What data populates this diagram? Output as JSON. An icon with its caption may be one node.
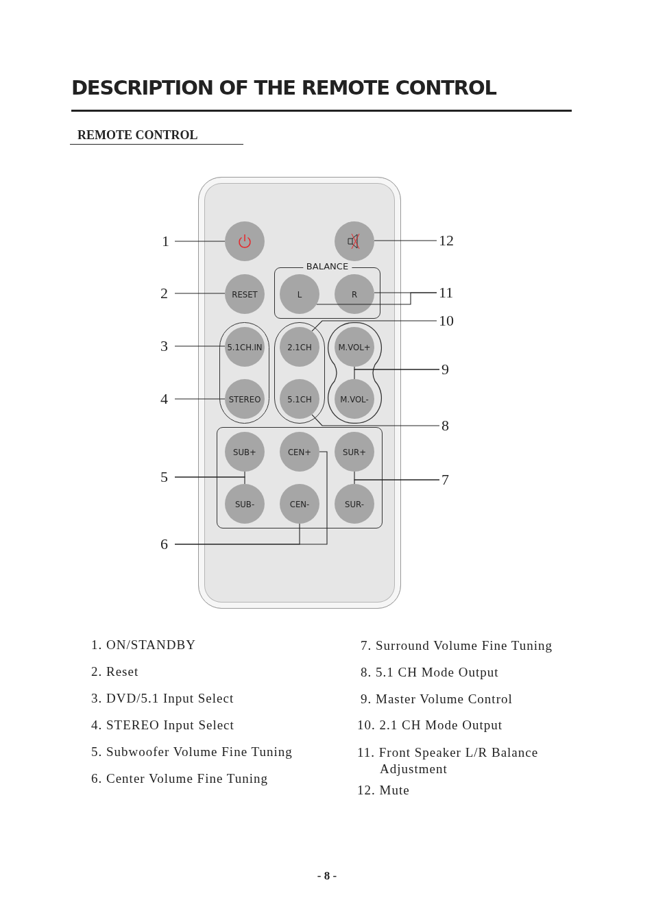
{
  "diagram": {
    "title": "DESCRIPTION OF THE REMOTE CONTROL",
    "nodes": [
      {
        "text": [],
        "shape": "box"
      },
      {
        "text": [],
        "shape": "circle",
        "in": 0
      },
      {
        "text": [],
        "shape": "circle",
        "in": 0
      },
      {
        "text": [
          "RESET"
        ],
        "in": 0
      },
      {
        "text": [
          "BALANCE"
        ],
        "in": 0
      },
      {
        "text": [
          "L"
        ],
        "in": 4
      },
      {
        "text": [
          "R"
        ],
        "in": 4
      },
      {
        "text": [],
        "shape": "box",
        "in": 0
      },
      {
        "text": [
          "5.1CH.IN"
        ],
        "in": 7
      },
      {
        "text": [
          "STEREO"
        ],
        "in": 7
      },
      {
        "text": [],
        "shape": "box",
        "in": 0
      },
      {
        "text": [
          "2.1CH"
        ],
        "in": 10
      },
      {
        "text": [
          "5.1CH"
        ],
        "in": 10
      },
      {
        "text": [],
        "shape": "box",
        "in": 0
      },
      {
        "text": [
          "M.VOL+"
        ],
        "in": 13
      },
      {
        "text": [
          "M.VOL-"
        ],
        "in": 13
      },
      {
        "text": [],
        "shape": "box",
        "in": 0
      },
      {
        "text": [
          "SUB+"
        ],
        "in": 16
      },
      {
        "text": [
          "CEN+"
        ],
        "in": 16
      },
      {
        "text": [
          "SUR+"
        ],
        "in": 16
      },
      {
        "text": [
          "SUB-"
        ],
        "in": 16
      },
      {
        "text": [
          "CEN-"
        ],
        "in": 16
      },
      {
        "text": [
          "SUR-"
        ],
        "in": 16
      },
      {
        "text": [
          "1"
        ]
      },
      {
        "text": [
          "2"
        ]
      },
      {
        "text": [
          "3"
        ]
      },
      {
        "text": [
          "4"
        ]
      },
      {
        "text": [
          "5"
        ]
      },
      {
        "text": [
          "6"
        ]
      },
      {
        "text": [
          "12"
        ]
      },
      {
        "text": [
          "11"
        ]
      },
      {
        "text": [
          "10"
        ]
      },
      {
        "text": [
          "9"
        ]
      },
      {
        "text": [
          "8"
        ]
      },
      {
        "text": [
          "7"
        ]
      }
    ],
    "edges": [
      {
        "from": 23,
        "to": 1,
        "arrow": "none"
      },
      {
        "from": 24,
        "to": 3,
        "arrow": "none"
      },
      {
        "from": 25,
        "to": 8,
        "arrow": "none"
      },
      {
        "from": 26,
        "to": 9,
        "arrow": "none"
      },
      {
        "from": 27,
        "to": 17,
        "arrow": "none"
      },
      {
        "from": 27,
        "to": 20,
        "arrow": "none"
      },
      {
        "from": 28,
        "to": 18,
        "arrow": "none"
      },
      {
        "from": 28,
        "to": 21,
        "arrow": "none"
      },
      {
        "from": 29,
        "to": 2,
        "arrow": "none"
      },
      {
        "from": 30,
        "to": 5,
        "arrow": "none"
      },
      {
        "from": 30,
        "to": 6,
        "arrow": "none"
      },
      {
        "from": 31,
        "to": 11,
        "arrow": "none"
      },
      {
        "from": 32,
        "to": 14,
        "arrow": "none"
      },
      {
        "from": 32,
        "to": 15,
        "arrow": "none"
      },
      {
        "from": 33,
        "to": 12,
        "arrow": "none"
      },
      {
        "from": 34,
        "to": 19,
        "arrow": "none"
      },
      {
        "from": 34,
        "to": 22,
        "arrow": "none"
      }
    ],
    "labels": [
      "REMOTE CONTROL",
      "1. ON/STANDBY",
      "2. Reset",
      "3. DVD/5.1 Input Select",
      "4. STEREO Input Select",
      "5. Subwoofer Volume Fine Tuning",
      "6. Center Volume Fine Tuning",
      "7. Surround Volume Fine Tuning",
      "8. 5.1 CH Mode Output",
      "9. Master Volume Control",
      "10. 2.1 CH Mode Output",
      "11. Front Speaker L/R Balance Adjustment",
      "12. Mute",
      "- 8 -"
    ]
  }
}
